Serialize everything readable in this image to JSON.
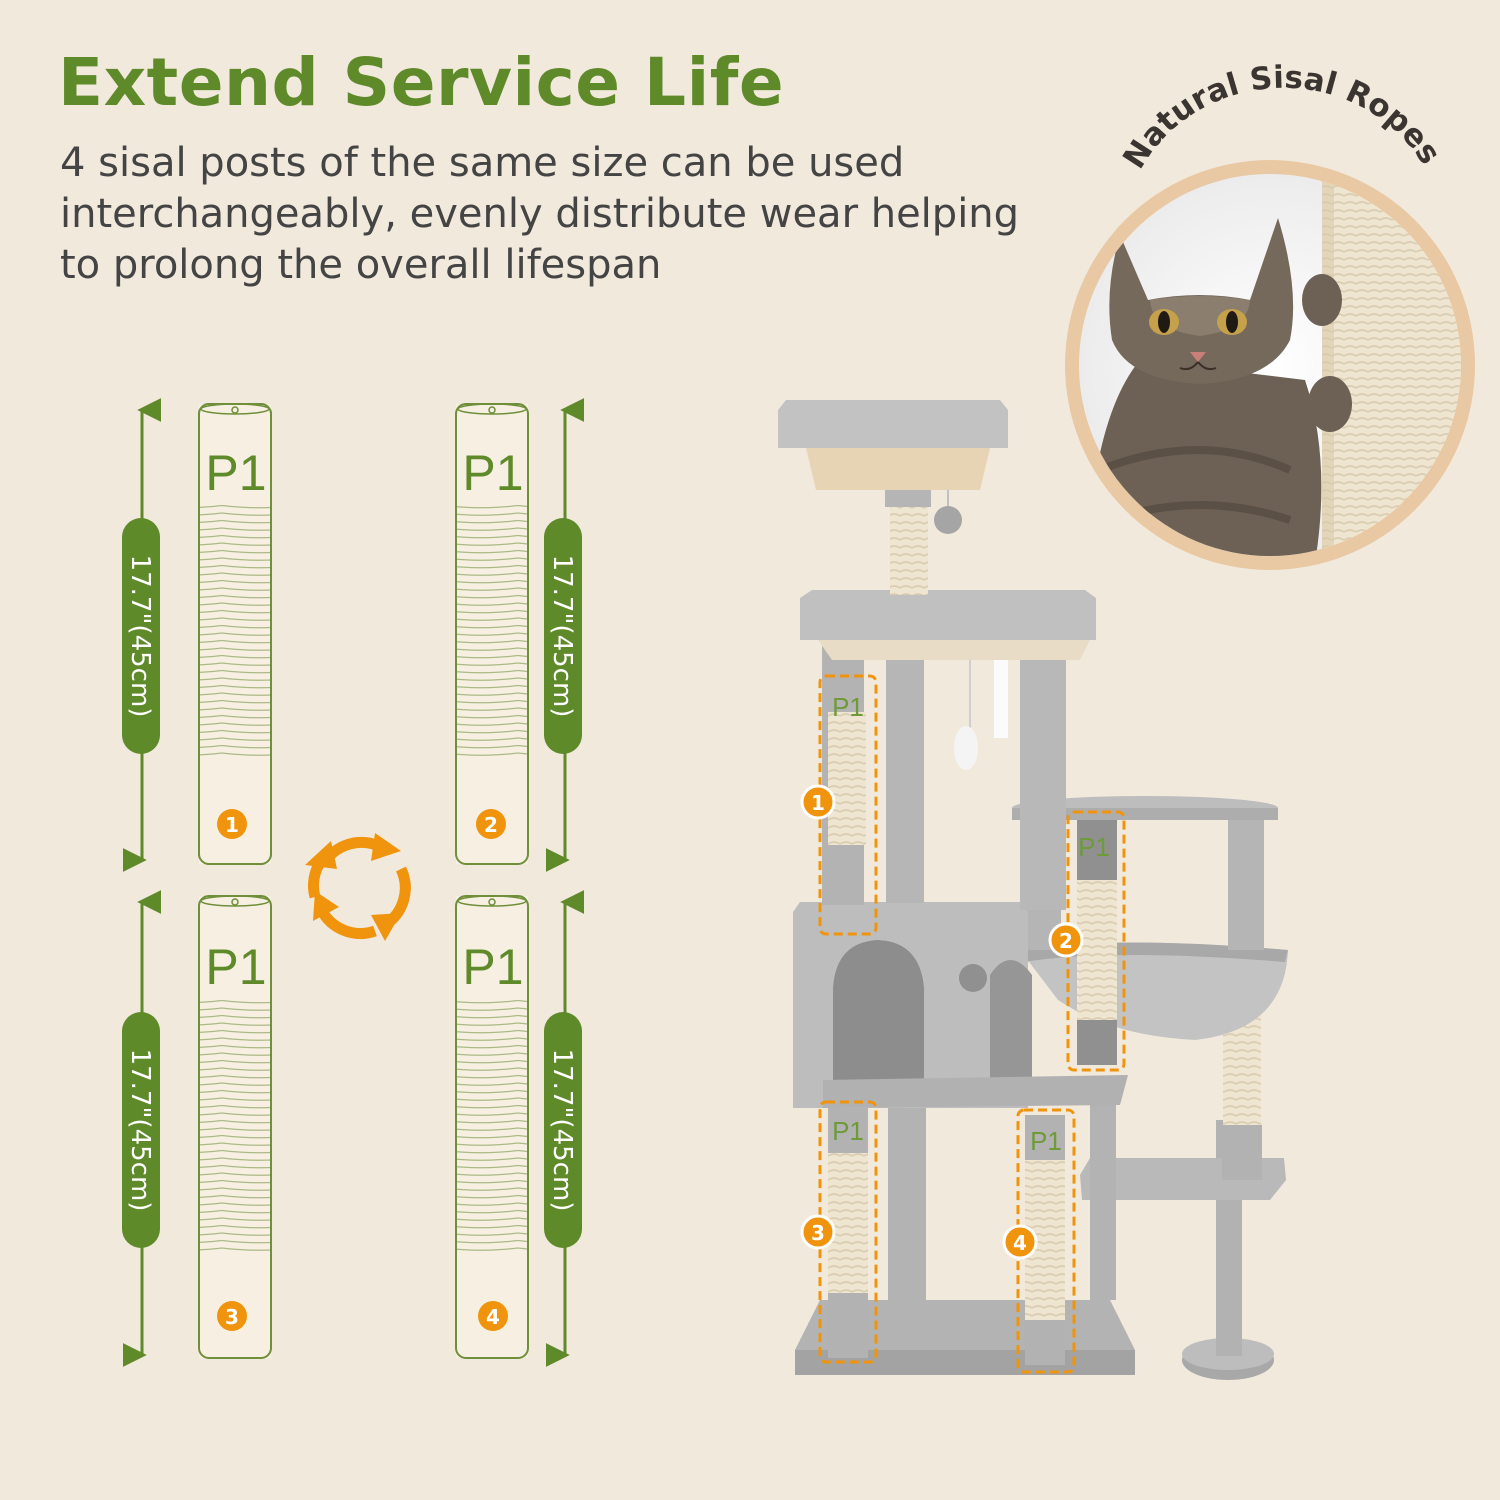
{
  "header": {
    "title": "Extend Service Life",
    "subtitle": "4 sisal posts of the same size can be used interchangeably, evenly distribute wear helping to prolong the overall lifespan"
  },
  "inset": {
    "caption": "Natural Sisal Ropes"
  },
  "posts": [
    {
      "label": "P1",
      "number": "1",
      "dimension": "17.7\"(45cm)"
    },
    {
      "label": "P1",
      "number": "2",
      "dimension": "17.7\"(45cm)"
    },
    {
      "label": "P1",
      "number": "3",
      "dimension": "17.7\"(45cm)"
    },
    {
      "label": "P1",
      "number": "4",
      "dimension": "17.7\"(45cm)"
    }
  ],
  "tree_markers": [
    {
      "label": "P1",
      "number": "1"
    },
    {
      "label": "P1",
      "number": "2"
    },
    {
      "label": "P1",
      "number": "3"
    },
    {
      "label": "P1",
      "number": "4"
    }
  ],
  "colors": {
    "accent_green": "#5f8a2a",
    "marker_orange": "#f0930d",
    "background": "#f2e9dd",
    "plush_gray": "#b9b9b9"
  },
  "icons": [
    "cycle-arrows-icon",
    "dimension-arrow-icon"
  ]
}
